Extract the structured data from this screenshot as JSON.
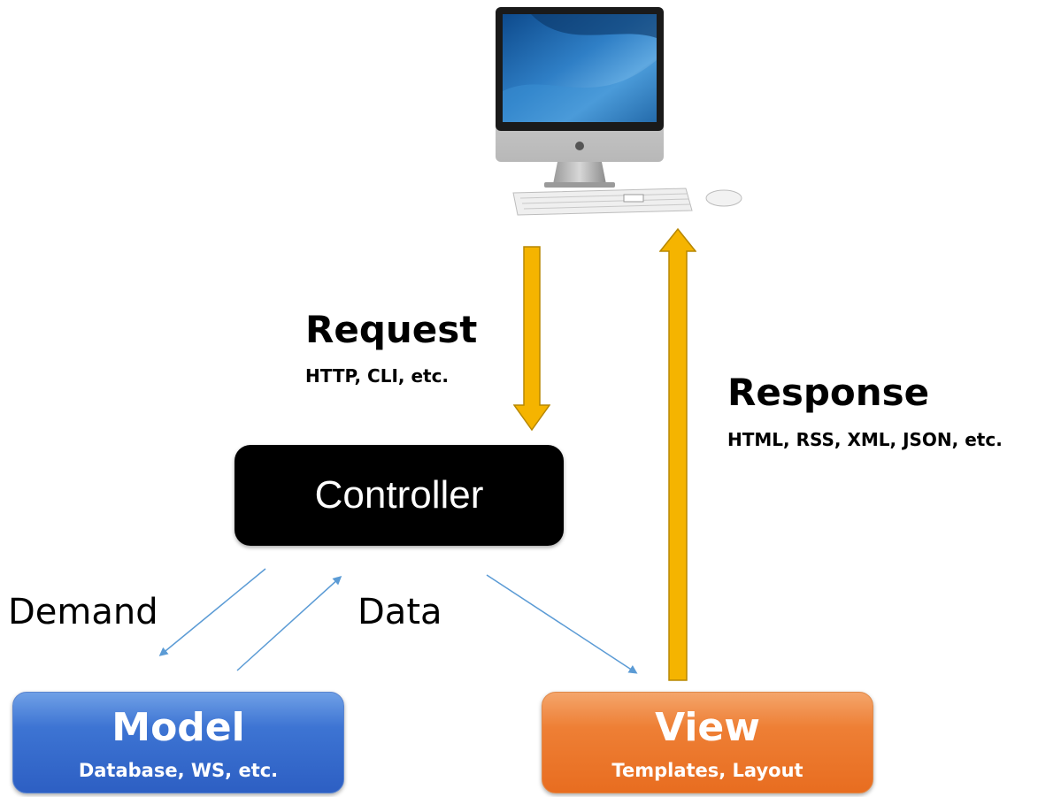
{
  "request": {
    "title": "Request",
    "subtitle": "HTTP, CLI, etc."
  },
  "response": {
    "title": "Response",
    "subtitle": "HTML, RSS, XML, JSON, etc."
  },
  "controller": {
    "label": "Controller"
  },
  "edges": {
    "demand_label": "Demand",
    "data_label": "Data"
  },
  "model": {
    "title": "Model",
    "subtitle": "Database, WS, etc."
  },
  "view": {
    "title": "View",
    "subtitle": "Templates,  Layout"
  },
  "colors": {
    "arrow_fill": "#f5b400",
    "arrow_stroke": "#b78700",
    "connector": "#5b9bd5",
    "controller_bg": "#000000",
    "model_bg": "#3d74d3",
    "view_bg": "#ee7f35"
  },
  "icons": {
    "client": "desktop-computer-icon"
  }
}
